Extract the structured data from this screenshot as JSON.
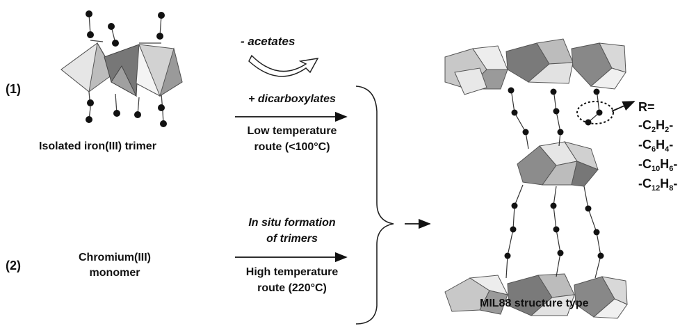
{
  "labels": {
    "route1_number": "(1)",
    "route2_number": "(2)",
    "iron_trimer": "Isolated iron(III) trimer",
    "chromium_line1": "Chromium(III)",
    "chromium_line2": "monomer",
    "acetates": "- acetates",
    "dicarboxylates": "+ dicarboxylates",
    "low_temp_line1": "Low temperature",
    "low_temp_line2": "route (<100°C)",
    "insitu_line1": "In situ formation",
    "insitu_line2": "of trimers",
    "high_temp_line1": "High temperature",
    "high_temp_line2": "route (220°C)",
    "mil88": "MIL88 structure type",
    "r_label": "R="
  },
  "r_groups": [
    {
      "prefix": "-C",
      "n1": "2",
      "mid": "H",
      "n2": "2",
      "suffix": "-"
    },
    {
      "prefix": "-C",
      "n1": "6",
      "mid": "H",
      "n2": "4",
      "suffix": "-"
    },
    {
      "prefix": "-C",
      "n1": "10",
      "mid": "H",
      "n2": "6",
      "suffix": "-"
    },
    {
      "prefix": "-C",
      "n1": "12",
      "mid": "H",
      "n2": "8",
      "suffix": "-"
    }
  ]
}
